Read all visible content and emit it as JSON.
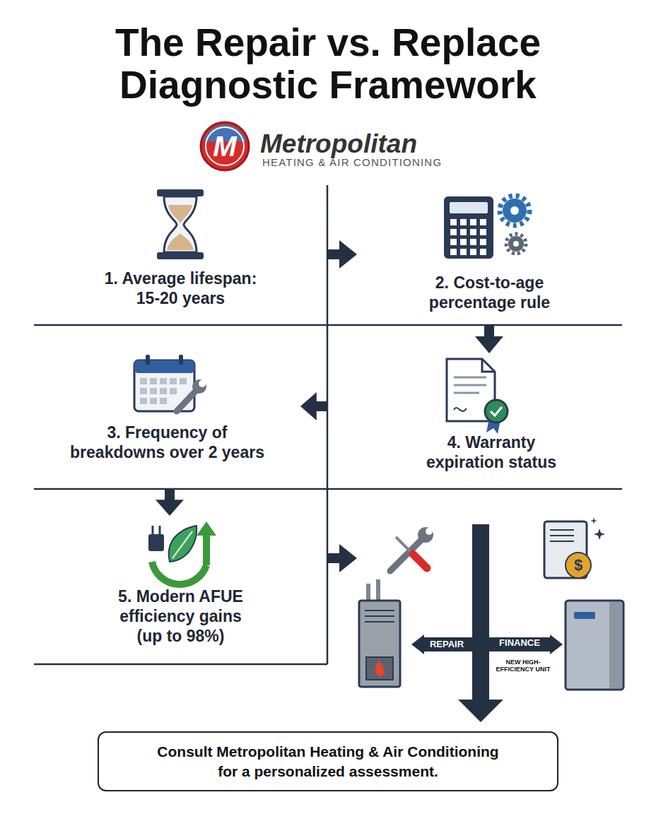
{
  "diagram": {
    "title": "The Repair vs. Replace Diagnostic Framework",
    "nodes": [
      {
        "text": [
          "1. Average lifespan: 15-20 years"
        ]
      },
      {
        "text": [
          "2. Cost-to-age percentage rule"
        ]
      },
      {
        "text": [
          "3. Frequency of breakdowns over 2 years"
        ]
      },
      {
        "text": [
          "4. Warranty expiration status"
        ]
      },
      {
        "text": [
          "5. Modern AFUE efficiency gains (up to 98%)"
        ]
      },
      {
        "text": [
          "Consult Metropolitan Heating & Air Conditioning for a personalized assessment."
        ]
      }
    ],
    "edges": [
      {
        "from": 0,
        "to": 1,
        "arrow": "to"
      },
      {
        "from": 1,
        "to": 3,
        "arrow": "to"
      },
      {
        "from": 3,
        "to": 2,
        "arrow": "to"
      },
      {
        "from": 2,
        "to": 4,
        "arrow": "to"
      }
    ],
    "labels": [
      "M",
      "Metropolitan",
      "HEATING & AIR CONDITIONING",
      "REPAIR",
      "FINANCE",
      "NEW HIGH-EFFICIENCY UNIT",
      "$"
    ]
  }
}
